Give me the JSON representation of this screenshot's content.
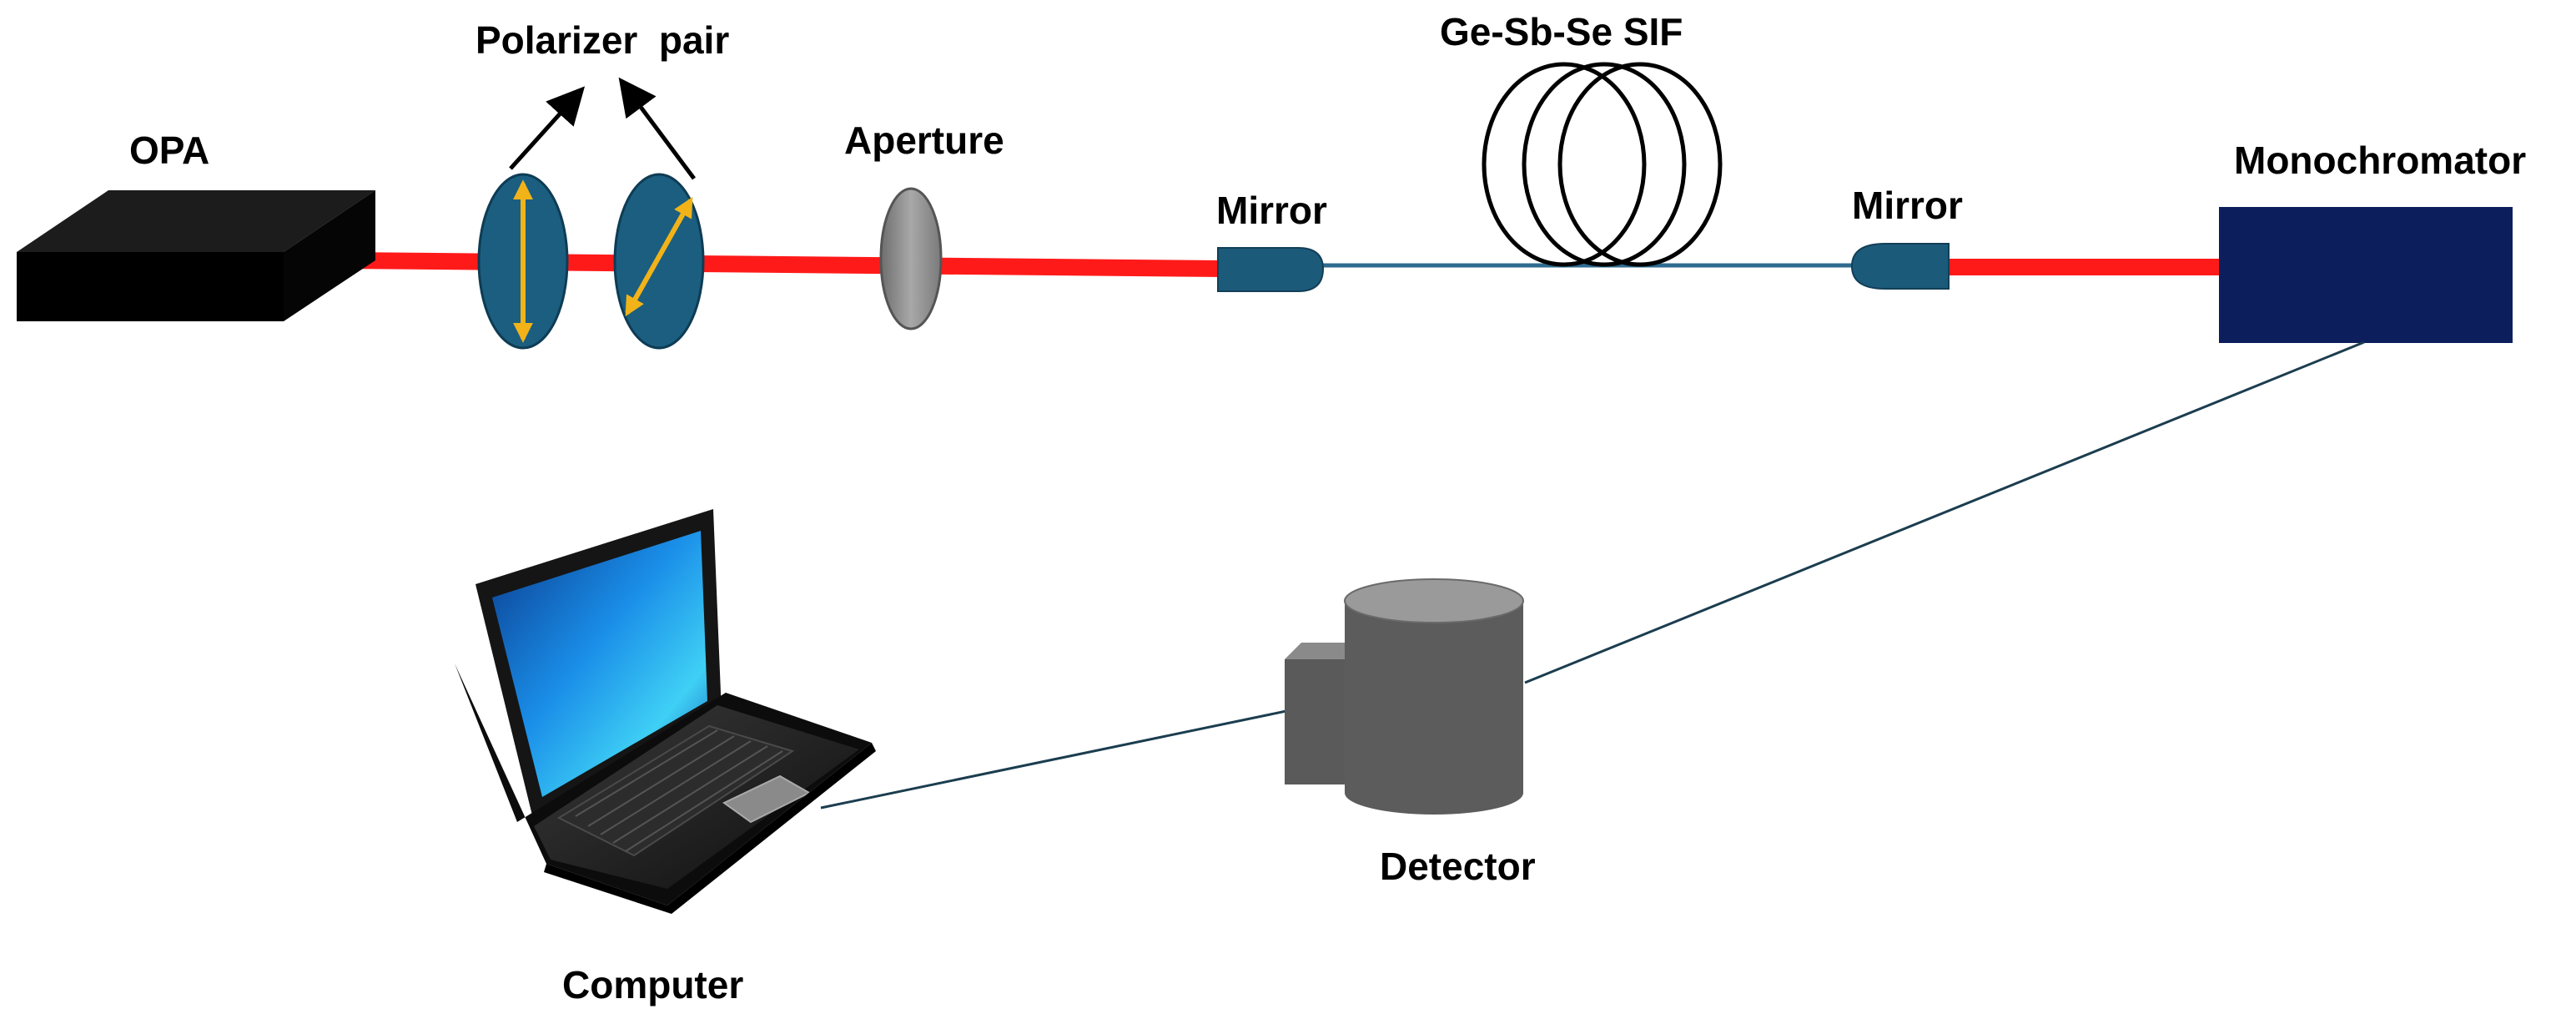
{
  "labels": {
    "opa": "OPA",
    "polarizer_pair": "Polarizer  pair",
    "aperture": "Aperture",
    "mirror_left": "Mirror",
    "fiber": "Ge-Sb-Se SIF",
    "mirror_right": "Mirror",
    "monochromator": "Monochromator",
    "detector": "Detector",
    "computer": "Computer"
  },
  "colors": {
    "laser_beam": "#ff1a1a",
    "fiber_line": "#2e6b8f",
    "polarizer_fill": "#1b5e80",
    "polarizer_arrow": "#f2b318",
    "mirror_fill": "#1c5a7a",
    "monochromator_fill": "#0d1e5c",
    "aperture_fill": "#8c8c8c",
    "detector_fill": "#595959",
    "cable": "#1b3d4f"
  },
  "icons": [
    "laptop-icon",
    "detector-icon",
    "opa-box-icon",
    "fiber-coil-icon"
  ]
}
